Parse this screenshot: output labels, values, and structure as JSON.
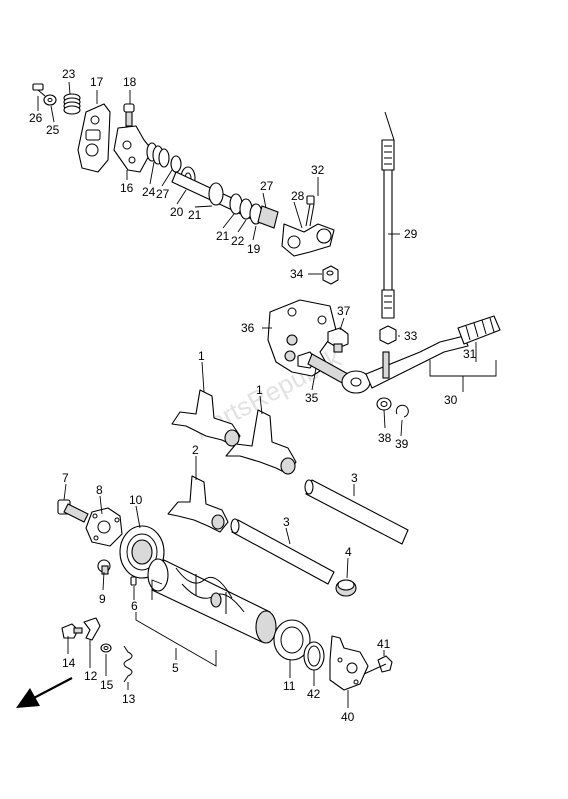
{
  "watermark": "PartsRepublik",
  "labels": {
    "p1a": "1",
    "p1b": "1",
    "p2": "2",
    "p3a": "3",
    "p3b": "3",
    "p4": "4",
    "p5": "5",
    "p6": "6",
    "p7": "7",
    "p8": "8",
    "p9": "9",
    "p10": "10",
    "p11": "11",
    "p12": "12",
    "p13": "13",
    "p14": "14",
    "p15": "15",
    "p16": "16",
    "p17": "17",
    "p18": "18",
    "p19": "19",
    "p20": "20",
    "p21a": "21",
    "p21b": "21",
    "p22": "22",
    "p23": "23",
    "p24": "24",
    "p25": "25",
    "p26": "26",
    "p27a": "27",
    "p27b": "27",
    "p28": "28",
    "p29": "29",
    "p30": "30",
    "p31": "31",
    "p32": "32",
    "p33": "33",
    "p34": "34",
    "p35": "35",
    "p36": "36",
    "p37": "37",
    "p38": "38",
    "p39": "39",
    "p40": "40",
    "p41": "41",
    "p42": "42"
  },
  "colors": {
    "line": "#000000",
    "background": "#ffffff",
    "watermark": "#e2e2e2"
  }
}
